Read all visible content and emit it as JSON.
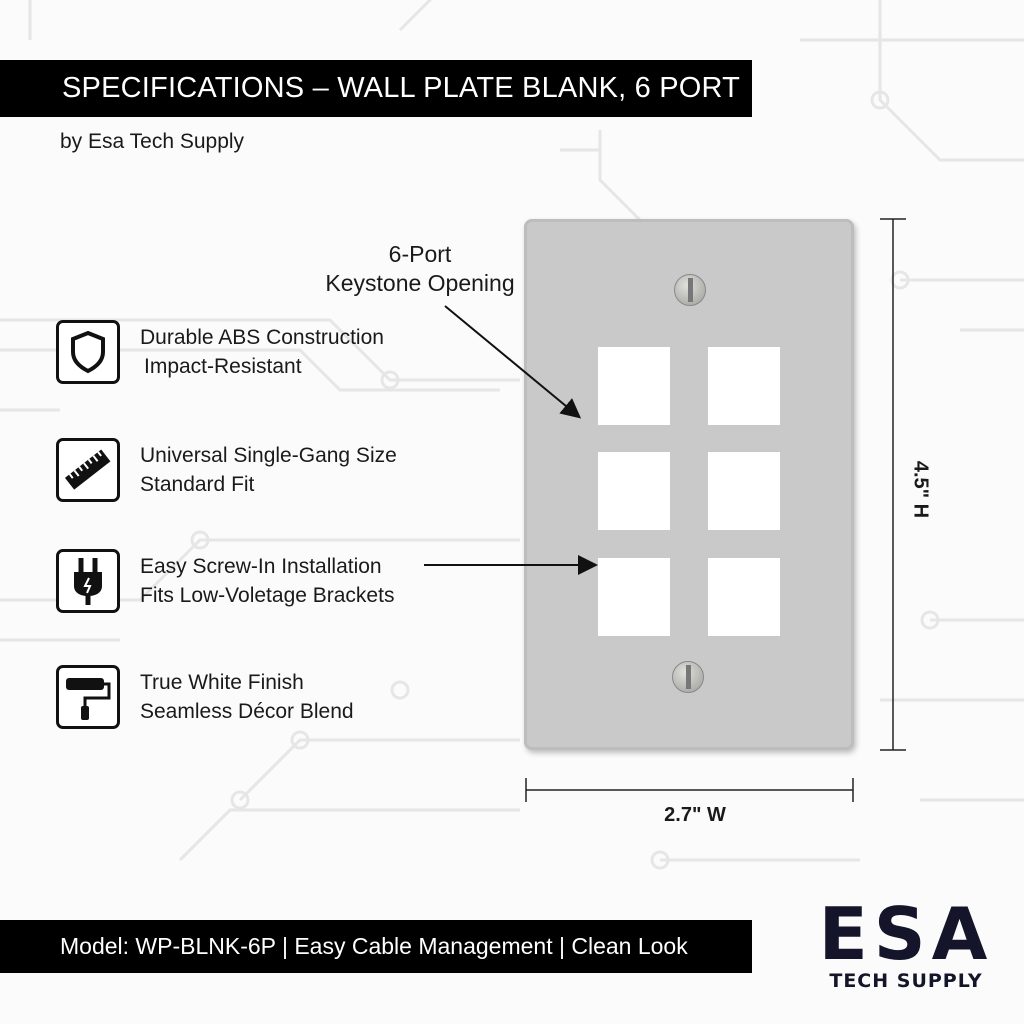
{
  "title": "SPECIFICATIONS – WALL PLATE BLANK, 6 PORT",
  "byline": "by Esa Tech Supply",
  "features": [
    {
      "icon": "shield-icon",
      "line1": "Durable ABS Construction",
      "line2": "Impact-Resistant"
    },
    {
      "icon": "ruler-icon",
      "line1": "Universal Single-Gang Size",
      "line2": "Standard Fit"
    },
    {
      "icon": "plug-icon",
      "line1": "Easy Screw-In Installation",
      "line2": "Fits Low-Voletage Brackets"
    },
    {
      "icon": "paint-roller-icon",
      "line1": "True White Finish",
      "line2": "Seamless Décor Blend"
    }
  ],
  "callout": {
    "line1": "6-Port",
    "line2": "Keystone Opening"
  },
  "dimensions": {
    "height": "4.5\" H",
    "width": "2.7\" W"
  },
  "footer": "Model: WP-BLNK-6P | Easy Cable Management | Clean Look",
  "logo": {
    "main": "ESA",
    "sub": "TECH SUPPLY"
  }
}
